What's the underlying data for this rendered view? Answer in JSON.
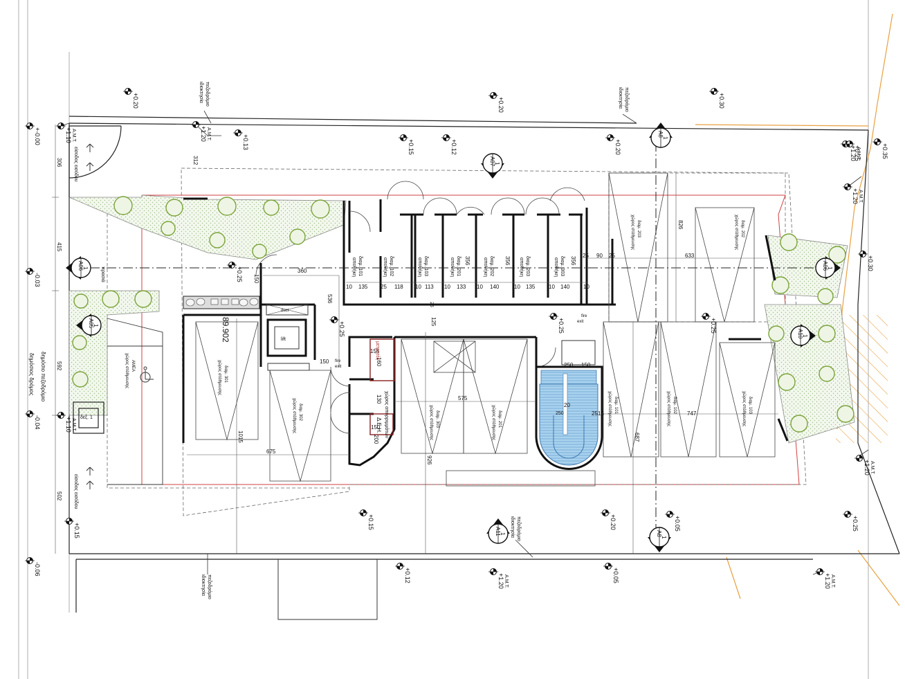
{
  "colors": {
    "wall": "#111111",
    "line": "#333333",
    "thin": "#777777",
    "site_outline": "#cc3333",
    "neighbor": "#e8a040",
    "tree": "#7aa33a",
    "hatch_green": "#cfe0c0",
    "pool": "#9ec9ea",
    "pool_line": "#3b78b0"
  },
  "icons": {
    "level-marker": "quartered-circle",
    "section-marker": "half-filled-circle-with-arrow",
    "tree": "circle-with-leaves",
    "wheelchair": "accessibility-symbol"
  },
  "street": {
    "label": "δημόσιος δρόμος",
    "sidewalk": "δημόσιο πεζοδρόμιο"
  },
  "boundaries": {
    "top_left": "ιδιοκτησία\nπεζοδρόμιο",
    "top_right": "ιδιοκτησία\nπεζοδρόμιο",
    "bottom_left": "ιδιοκτησία\nπεζοδρόμιο",
    "bottom_mid": "ιδιοκτησία\nπεζοδρόμιο"
  },
  "entrances": {
    "top": "είσοδος εισόδου",
    "bottom": "είσοδος εισόδου",
    "front_garden": "πρασιά"
  },
  "levels": {
    "l0": "+-0.00",
    "l1": "+1.10",
    "l1u": "Α.Μ.Τ.",
    "l2": "+1.20",
    "l2u": "Α.Μ.Τ.",
    "l3": "+0.13",
    "l4": "+0.20",
    "l5": "+0.20",
    "l6": "+0.15",
    "l7": "+0.12",
    "l8": "+0.20",
    "l9": "+0.30",
    "l10": "+1.20",
    "l10u": "Α.Μ.Τ.",
    "l11": "+0.25",
    "l12": "+0.35",
    "l13": "+1.20",
    "l13u": "Α.Μ.Τ.",
    "l14": "+0.30",
    "l15": "-0.03",
    "l16": "+0.25",
    "l17": "+0.25",
    "l18": "+0.25",
    "l19": "+0.25",
    "l20": "-0.04",
    "l21": "+1.10",
    "l21u": "Α.Μ.Τ.",
    "l22": "+1.20",
    "l22u": "Α.Μ.Τ.",
    "l23": "+0.15",
    "l24": "+0.15",
    "l25": "+0.20",
    "l26": "+0.05",
    "l27": "+0.25",
    "l28": "-0.06",
    "l29": "+0.12",
    "l30": "+1.20",
    "l30u": "Α.Μ.Τ.",
    "l31": "+0.05",
    "l32": "+1.20",
    "l32u": "Α.Μ.Τ."
  },
  "sections": {
    "a05": "Α05",
    "a06": "Α06",
    "a06r": "Α06",
    "a07": "Α07",
    "a08": "Α8",
    "a08b": "Α8",
    "a10": "Α10",
    "a11": "Α11",
    "num": "1"
  },
  "dims": {
    "d306": "306",
    "d415": "415",
    "d592": "592",
    "d502": "502",
    "d312": "312",
    "d150a": "150",
    "d360": "360",
    "d536": "536",
    "d150b": "150",
    "d675": "675",
    "d1015": "1015",
    "d926": "926",
    "d575": "575",
    "d250a": "250",
    "d20": "20",
    "d250b": "250",
    "d150c": "150",
    "d160": "160",
    "d130": "130",
    "d155": "155",
    "d200": "200",
    "d125": "125",
    "d25a": "25",
    "d10a": "10",
    "d135a": "135",
    "d25b": "25",
    "d118": "118",
    "d10b": "10",
    "d113": "113",
    "d10c": "10",
    "d133": "133",
    "d10d": "10",
    "d140a": "140",
    "d10e": "10",
    "d140b": "140",
    "d10f": "10",
    "d135b": "135",
    "d10g": "10",
    "d140c": "140",
    "d25c": "25",
    "d356a": "356",
    "d356b": "356",
    "d356c": "356",
    "d25d": "25",
    "d90": "90",
    "d25e": "25",
    "d633": "633",
    "d826": "826",
    "d747": "747",
    "d687": "687",
    "d25f": "25",
    "d10h": "10",
    "d15": "15",
    "d250c": "250",
    "d2508": "250",
    "d150d": "150"
  },
  "rooms": {
    "storage": [
      {
        "label": "αποθήκη",
        "num": "διαμ. 101"
      },
      {
        "label": "αποθήκη",
        "num": "διαμ. 102"
      },
      {
        "label": "αποθήκη",
        "num": "διαμ. 103"
      },
      {
        "label": "αποθήκη",
        "num": "διαμ. 201"
      },
      {
        "label": "αποθήκη",
        "num": "διαμ. 202"
      },
      {
        "label": "αποθήκη",
        "num": "διαμ. 203"
      },
      {
        "label": "αποθήκη",
        "num": "διαμ. 303"
      }
    ],
    "parking_203": {
      "label": "χώρος στάθμευσης",
      "num": "διαμ. 203"
    },
    "parking_202": {
      "label": "χώρος στάθμευσης",
      "num": "διαμ. 202"
    },
    "parking_301": {
      "label": "χώρος στάθμευσης",
      "num": "διαμ. 301"
    },
    "parking_302": {
      "label": "χώρος στάθμευσης",
      "num": "διαμ. 302"
    },
    "parking_303": {
      "label": "χώρος στάθμευσης",
      "num": "διαμ. 303"
    },
    "parking_201": {
      "label": "χώρος στάθμευσης",
      "num": "διαμ. 201"
    },
    "parking_101": {
      "label": "χώρος στάθμευσης",
      "num": "διαμ. 101"
    },
    "parking_102": {
      "label": "χώρος στάθμευσης",
      "num": "διαμ. 102"
    },
    "parking_103": {
      "label": "χώρος στάθμευσης",
      "num": "διαμ. 103"
    },
    "parking_dis": {
      "label": "χώρος στάθμευσης",
      "num": "ΑΜΕΑ"
    },
    "bins": "χώρος απορριμμάτων",
    "meters": "μετρητές",
    "electric": "Δ.Ε.Η.",
    "lift": "lift",
    "duct": "duct",
    "fire_exit_a": "fire\nexit",
    "fire_exit_b": "fire\nexit",
    "tank": "δεξ. 1",
    "elev_text": "89.902"
  }
}
